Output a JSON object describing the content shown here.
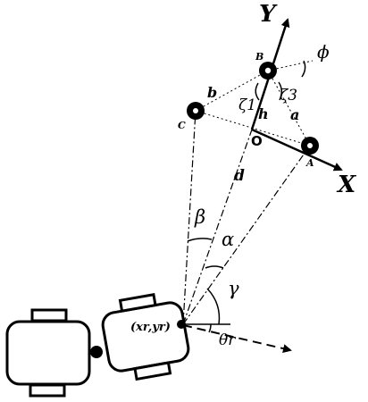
{
  "axes": {
    "x": "X",
    "y": "Y"
  },
  "points": {
    "a": "A",
    "b": "B",
    "c": "C",
    "o": "O"
  },
  "lengths": {
    "a": "a",
    "b": "b",
    "h": "h",
    "d": "d"
  },
  "angles": {
    "phi": "ϕ",
    "zeta1": "ζ1",
    "zeta3": "ζ3",
    "beta": "β",
    "alpha": "α",
    "gamma": "γ",
    "theta_r": "θr"
  },
  "robot_position": "(xr,yr)"
}
